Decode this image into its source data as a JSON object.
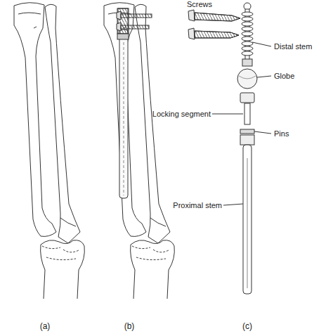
{
  "diagram": {
    "labels": [
      "Screws",
      "Distal stem",
      "Globe",
      "Locking segment",
      "Pins",
      "Proximal stem",
      "(a)",
      "(b)",
      "(c)"
    ]
  }
}
